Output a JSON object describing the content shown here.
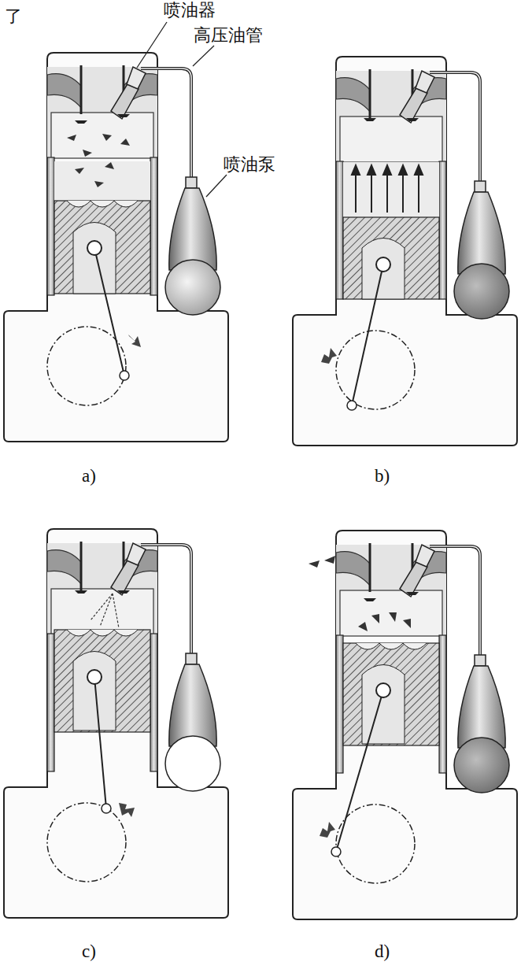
{
  "diagram": {
    "labels": [
      "了",
      "喷油器",
      "高压油管",
      "喷油泵",
      "a)",
      "b)",
      "c)",
      "d)"
    ]
  }
}
